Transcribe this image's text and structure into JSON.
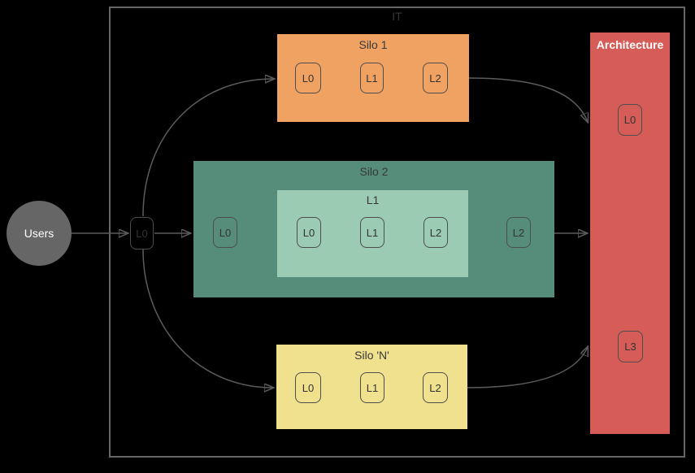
{
  "diagram": {
    "outer_container": {
      "label": "IT"
    },
    "users": {
      "label": "Users"
    },
    "gateway": {
      "label": "L0"
    },
    "silos": {
      "silo1": {
        "title": "Silo 1",
        "nodes": [
          "L0",
          "L1",
          "L2"
        ]
      },
      "silo2": {
        "title": "Silo 2",
        "entry_node": "L0",
        "inner": {
          "title": "L1",
          "nodes": [
            "L0",
            "L1",
            "L2"
          ]
        },
        "exit_node": "L2"
      },
      "siloN": {
        "title": "Silo 'N'",
        "nodes": [
          "L0",
          "L1",
          "L2"
        ]
      }
    },
    "architecture": {
      "title": "Architecture",
      "top_node": "L0",
      "bottom_node": "L3"
    },
    "colors": {
      "background": "#000000",
      "outer_border": "#666666",
      "silo1_fill": "#F0A262",
      "silo2_fill": "#558D7A",
      "silo2_inner_fill": "#9BCBB2",
      "siloN_fill": "#F0E18E",
      "architecture_fill": "#D65C57",
      "users_fill": "#666666",
      "node_border": "#4d4d4d",
      "node_text": "#333333",
      "silo_title_text": "#383838",
      "connector_line": "#5c5c5c",
      "arrowhead": "#333333",
      "light_text": "#ffffff"
    }
  }
}
